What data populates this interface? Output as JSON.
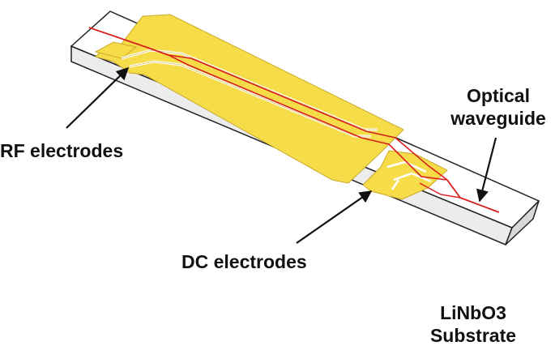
{
  "labels": {
    "rf_electrodes": "RF electrodes",
    "dc_electrodes": "DC electrodes",
    "optical_waveguide_line1": "Optical",
    "optical_waveguide_line2": "waveguide",
    "substrate_line1": "LiNbO3",
    "substrate_line2": "Substrate"
  },
  "colors": {
    "substrate_top": "#ffffff",
    "substrate_front": "#ececec",
    "substrate_side": "#d9d9d9",
    "outline": "#222222",
    "electrode": "#f7dc4a",
    "electrode_edge": "#caa92a",
    "waveguide": "#d8201c",
    "arrow": "#111111"
  }
}
